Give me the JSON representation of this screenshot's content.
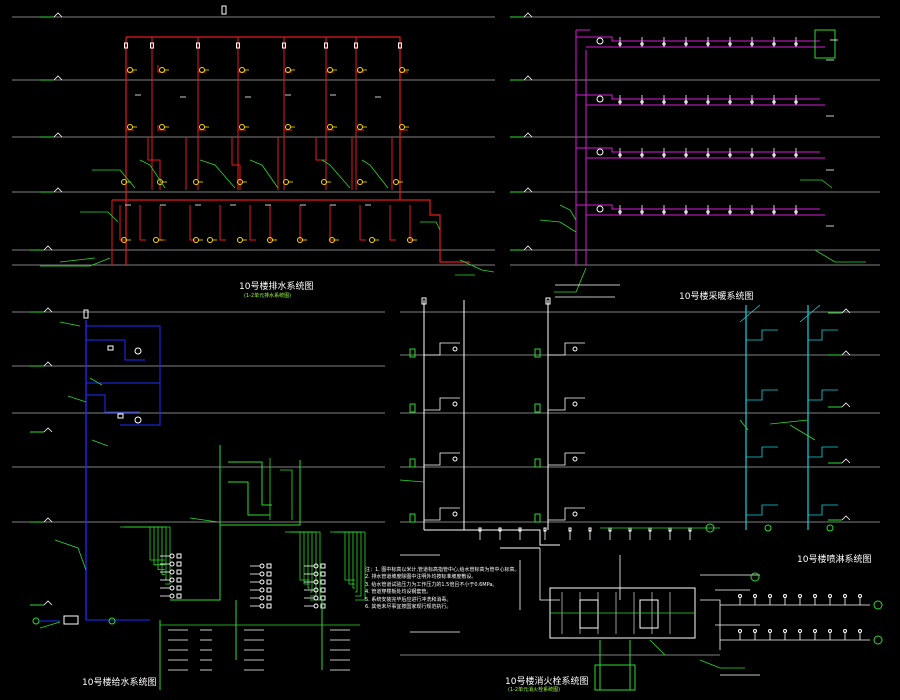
{
  "colors": {
    "background": "#000000",
    "floor_line": "#ffffff",
    "drain_pipe": "#e31b1b",
    "supply_pipe": "#1c2cff",
    "riser_pipe": "#12d6e0",
    "heating_pipe": "#d81bd8",
    "leader_line": "#2bdc2b",
    "fixture": "#ffe000",
    "annotation": "#ffffff"
  },
  "panels": {
    "drainage": {
      "title": "10号楼排水系统图",
      "subtitle": "(1-2单元排水系统图)"
    },
    "supply": {
      "title": "10号楼给水系统图"
    },
    "fire": {
      "title": "10号楼消火栓系统图",
      "subtitle": "(1-2单元消火栓系统图)"
    },
    "sprinkler": {
      "title": "10号楼喷淋系统图"
    },
    "heating": {
      "title": "10号楼采暖系统图"
    }
  },
  "notes": [
    "注：1. 图中标高以米计,管道标高指管中心,给水管标高为管中心标高。",
    "2. 排水管道坡度除图中注明外均按标准坡度敷设。",
    "3. 给水管道试验压力为工作压力的1.5倍且不小于0.6MPa。",
    "4. 管道穿楼板处均设钢套管。",
    "5. 系统安装完毕后应进行冲洗和消毒。",
    "6. 其他未尽事宜按国家现行规范执行。"
  ]
}
